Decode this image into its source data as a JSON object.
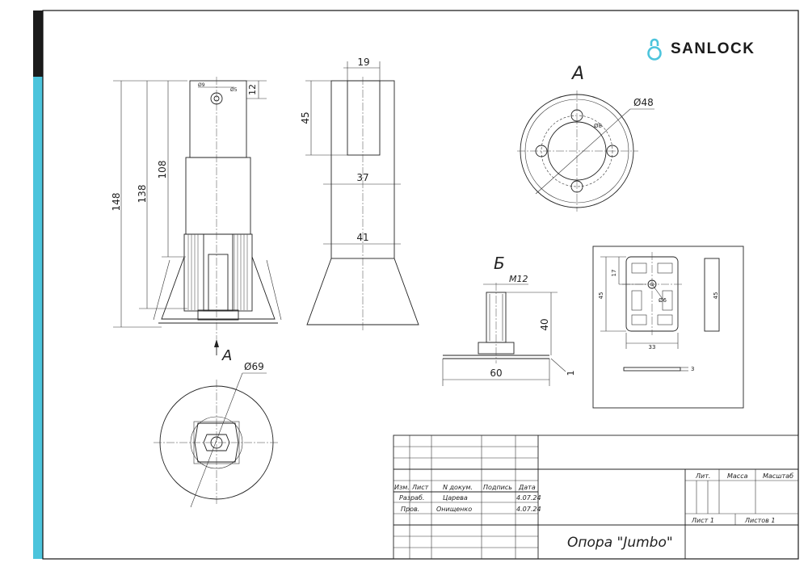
{
  "brand": {
    "name": "SANLOCK",
    "logo_icon": "padlock-s-icon",
    "accent_color": "#4cc4dc"
  },
  "colors": {
    "sidebar_dark": "#1b1b1b",
    "sidebar_accent": "#4cc4dc",
    "line": "#222222"
  },
  "front_view": {
    "dims": [
      "148",
      "138",
      "108",
      "12"
    ],
    "small_dims": [
      "Ø9",
      "Ø5"
    ]
  },
  "side_view": {
    "dims": [
      "19",
      "45",
      "37",
      "41"
    ]
  },
  "view_a": {
    "label": "А",
    "dims": [
      "Ø48",
      "Ø8"
    ]
  },
  "bottom_view": {
    "arrow_label": "А",
    "dim": "Ø69"
  },
  "view_b": {
    "label": "Б",
    "dims": [
      "M12",
      "40",
      "60",
      "1"
    ]
  },
  "pad": {
    "dims": [
      "45",
      "17",
      "Ø6",
      "45",
      "33",
      "3"
    ]
  },
  "title_block": {
    "header": {
      "izm": "Изм.",
      "list": "Лист",
      "doc": "N докум.",
      "sign": "Подпись",
      "date": "Дата"
    },
    "developed_label": "Разраб.",
    "developed_name": "Царева",
    "developed_date": "4.07.24",
    "checked_label": "Пров.",
    "checked_name": "Онищенко",
    "checked_date": "4.07.24",
    "lit": "Лит.",
    "mass": "Масса",
    "scale": "Масштаб",
    "sheet": "Лист 1",
    "sheets": "Листов 1",
    "drawing_title": "Опора \"Jumbo\""
  }
}
